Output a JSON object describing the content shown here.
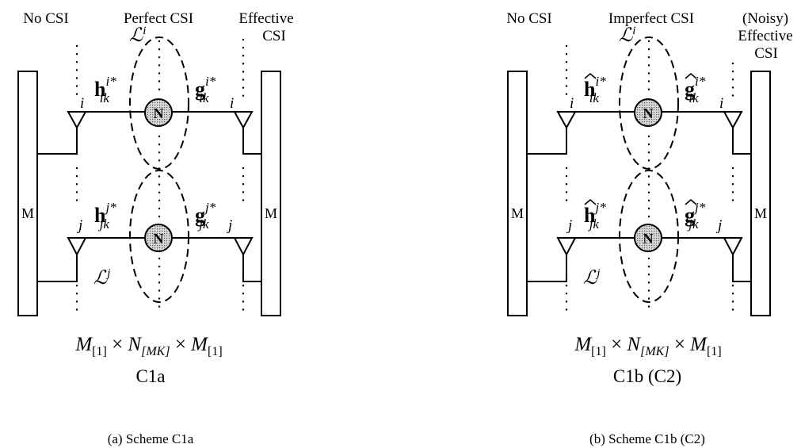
{
  "panels": [
    {
      "top_labels": {
        "left": [
          "No CSI"
        ],
        "center": [
          "Perfect CSI"
        ],
        "right": [
          "Effective",
          "CSI"
        ]
      },
      "set_label_top": {
        "script": "ℒ",
        "sup": "i"
      },
      "set_label_bottom": {
        "script": "ℒ",
        "sup": "j"
      },
      "channel_row_i": {
        "h_letter": "h",
        "h_hat": false,
        "h_sup": "i*",
        "h_sub": "ik",
        "g_letter": "g",
        "g_hat": false,
        "g_sup": "i*",
        "g_sub": "ik",
        "ant_left": "i",
        "ant_right": "i"
      },
      "channel_row_j": {
        "h_letter": "h",
        "h_hat": false,
        "h_sup": "j*",
        "h_sub": "jk",
        "g_letter": "g",
        "g_hat": false,
        "g_sup": "j*",
        "g_sub": "jk",
        "ant_left": "j",
        "ant_right": "j"
      },
      "box_left_label": "M",
      "box_right_label": "M",
      "node_label": "N",
      "formula": {
        "t1": "M",
        "s1": "[1]",
        "times1": " × ",
        "t2": "N",
        "s2": "[MK]",
        "times2": " × ",
        "t3": "M",
        "s3": "[1]"
      },
      "scheme_name": "C1a",
      "caption": "(a) Scheme C1a"
    },
    {
      "top_labels": {
        "left": [
          "No CSI"
        ],
        "center": [
          "Imperfect CSI"
        ],
        "right": [
          "(Noisy)",
          "Effective",
          "CSI"
        ]
      },
      "set_label_top": {
        "script": "ℒ",
        "sup": "i"
      },
      "set_label_bottom": {
        "script": "ℒ",
        "sup": "j"
      },
      "channel_row_i": {
        "h_letter": "h",
        "h_hat": true,
        "h_sup": "i*",
        "h_sub": "ik",
        "g_letter": "g",
        "g_hat": true,
        "g_sup": "i*",
        "g_sub": "ik",
        "ant_left": "i",
        "ant_right": "i"
      },
      "channel_row_j": {
        "h_letter": "h",
        "h_hat": true,
        "h_sup": "j*",
        "h_sub": "jk",
        "g_letter": "g",
        "g_hat": true,
        "g_sup": "j*",
        "g_sub": "jk",
        "ant_left": "j",
        "ant_right": "j"
      },
      "box_left_label": "M",
      "box_right_label": "M",
      "node_label": "N",
      "formula": {
        "t1": "M",
        "s1": "[1]",
        "times1": " × ",
        "t2": "N",
        "s2": "[MK]",
        "times2": " × ",
        "t3": "M",
        "s3": "[1]"
      },
      "scheme_name": "C1b (C2)",
      "caption": "(b) Scheme C1b (C2)"
    }
  ]
}
